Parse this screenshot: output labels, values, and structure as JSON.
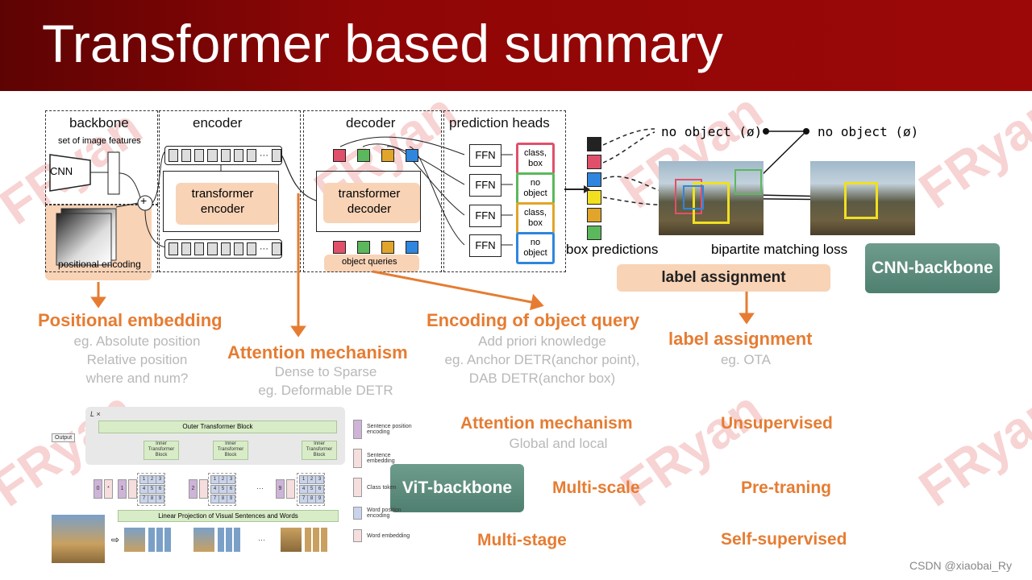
{
  "title": "Transformer based summary",
  "diagram": {
    "backbone": "backbone",
    "image_features": "set of image features",
    "cnn": "CNN",
    "plus": "+",
    "positional_encoding": "positional encoding",
    "encoder": "encoder",
    "transformer_encoder": "transformer encoder",
    "ellipsis": "···",
    "decoder": "decoder",
    "transformer_decoder": "transformer decoder",
    "object_queries": "object queries",
    "prediction_heads": "prediction heads",
    "ffn": "FFN",
    "heads": [
      {
        "text": "class, box",
        "color": "#e0506b"
      },
      {
        "text": "no object",
        "color": "#5cb85c"
      },
      {
        "text": "class, box",
        "color": "#e0a52a"
      },
      {
        "text": "no object",
        "color": "#2e86de"
      }
    ],
    "query_colors": [
      "#e0506b",
      "#5cb85c",
      "#e0a52a",
      "#2e86de"
    ],
    "box_prediction_colors": [
      "#222222",
      "#e0506b",
      "#2e86de",
      "#f0e020",
      "#e0a52a",
      "#5cb85c"
    ],
    "box_predictions": "box predictions",
    "no_object_1": "no object (ø)",
    "no_object_2": "no object (ø)",
    "bipartite": "bipartite matching loss"
  },
  "label_assignment_box": "label assignment",
  "cnn_backbone": "CNN-backbone",
  "vit_backbone": "ViT-backbone",
  "sections": {
    "pos_emb": {
      "title": "Positional embedding",
      "lines": [
        "eg. Absolute position",
        "Relative position",
        "where and num?"
      ]
    },
    "attention": {
      "title": "Attention mechanism",
      "lines": [
        "Dense to Sparse",
        "eg. Deformable DETR"
      ]
    },
    "object_query": {
      "title": "Encoding of object query",
      "lines": [
        "Add priori knowledge",
        "eg. Anchor DETR(anchor point),",
        "DAB DETR(anchor box)"
      ]
    },
    "label_assign": {
      "title": "label assignment",
      "lines": [
        "eg. OTA"
      ]
    },
    "attention2": {
      "title": "Attention mechanism",
      "lines": [
        "Global and local"
      ]
    },
    "unsupervised": "Unsupervised",
    "multiscale": "Multi-scale",
    "pretraining": "Pre-traning",
    "multistage": "Multi-stage",
    "selfsup": "Self-supervised"
  },
  "tnt": {
    "lx": "L ×",
    "outer": "Outer Transformer Block",
    "inner": "Inner Transformer Block",
    "output": "Output",
    "linear": "Linear Projection of Visual Sentences and Words",
    "legend": [
      "Sentence position encoding",
      "Sentence embedding",
      "Class token",
      "Word position encoding",
      "Word embedding"
    ],
    "tokens": [
      "0",
      "*",
      "1",
      "2",
      "9"
    ],
    "word_nums": [
      "1",
      "2",
      "3",
      "4",
      "5",
      "6",
      "7",
      "8",
      "9"
    ]
  },
  "watermark": "CSDN @xiaobai_Ry",
  "watermark_bg": "FRyan"
}
